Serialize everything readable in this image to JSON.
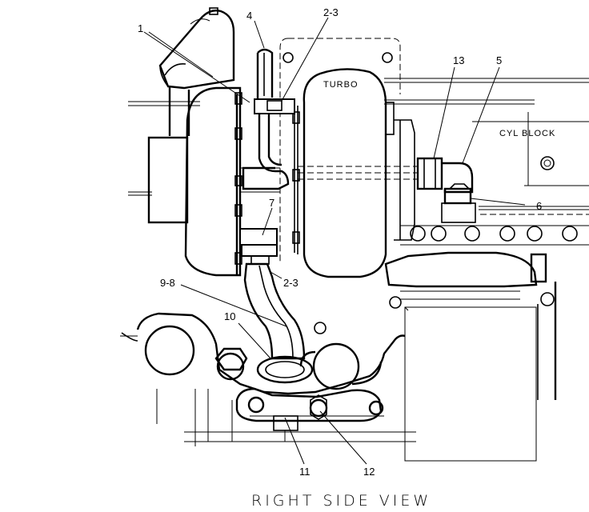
{
  "labels": {
    "turbo": "TURBO",
    "cyl_block": "CYL BLOCK",
    "view_title": "RIGHT SIDE VIEW"
  },
  "callouts": {
    "c1": "1",
    "c4": "4",
    "c2_3_top": "2-3",
    "c13": "13",
    "c5": "5",
    "c6": "6",
    "c7": "7",
    "c2_3_mid": "2-3",
    "c9_8": "9-8",
    "c10": "10",
    "c11": "11",
    "c12": "12"
  }
}
